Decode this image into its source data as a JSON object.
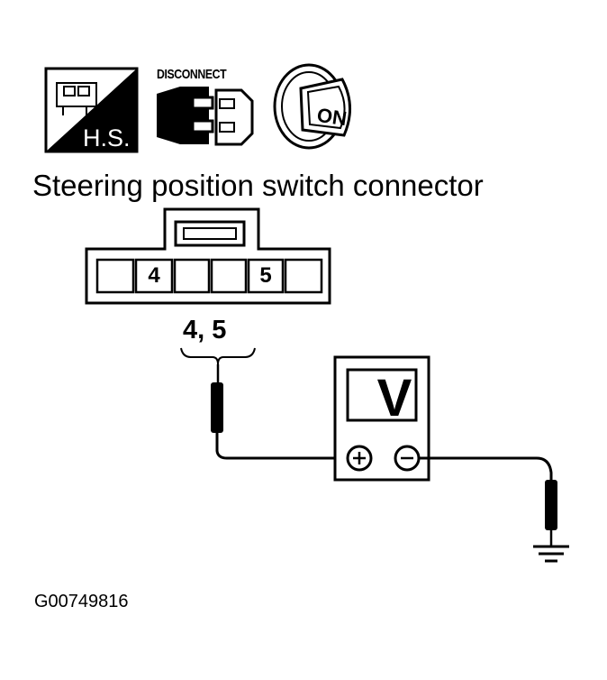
{
  "icons": {
    "harness_side": {
      "label": "H.S.",
      "icon": "harness-side-icon"
    },
    "disconnect": {
      "label": "DISCONNECT",
      "icon": "disconnect-connector-icon"
    },
    "ignition": {
      "label": "ON",
      "icon": "ignition-key-icon"
    }
  },
  "title": "Steering position switch connector",
  "connector": {
    "pin_a": "4",
    "pin_b": "5",
    "probe_terminals": "4, 5"
  },
  "meter": {
    "label": "V",
    "positive_icon": "plus-terminal-icon",
    "negative_icon": "minus-terminal-icon"
  },
  "ground_icon": "ground-icon",
  "figure_id": "G00749816"
}
